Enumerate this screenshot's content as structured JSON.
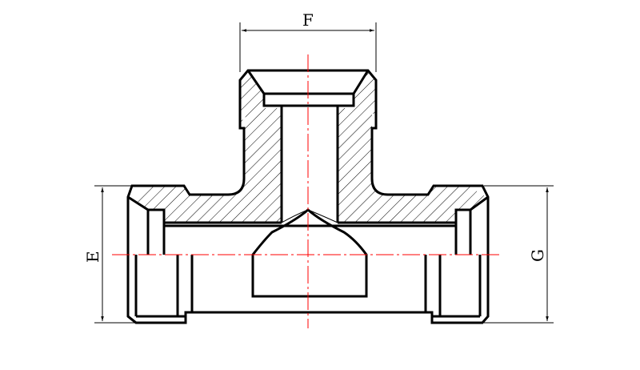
{
  "drawing": {
    "dimensions": {
      "f_label": "F",
      "e_label": "E",
      "g_label": "G"
    },
    "colors": {
      "outline": "#000000",
      "centerline": "#ff0000",
      "background": "#ffffff"
    }
  }
}
